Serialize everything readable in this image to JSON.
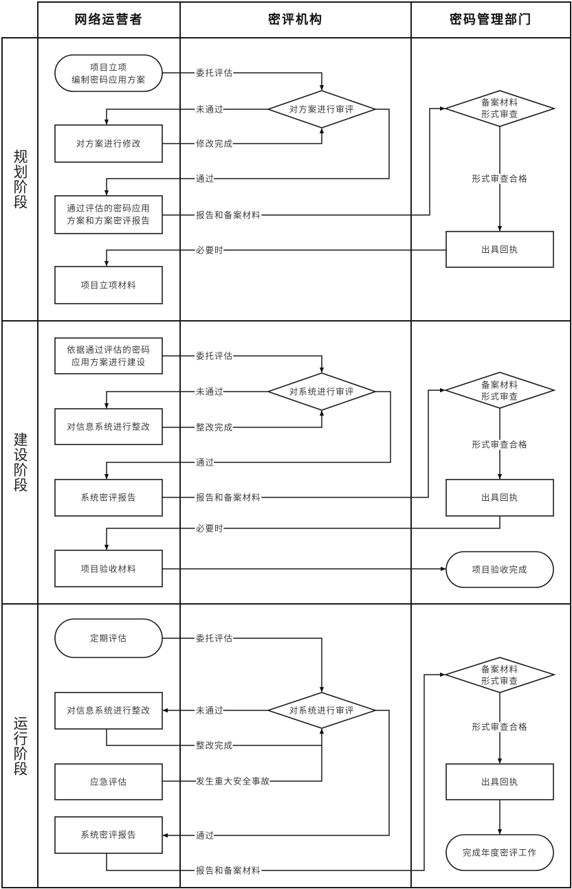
{
  "lanes": {
    "operator": "网络运营者",
    "assessor": "密评机构",
    "authority": "密码管理部门"
  },
  "stages": {
    "planning": {
      "label": "规划阶段",
      "nodes": {
        "project_initiation": [
          "项目立项",
          "编制密码应用方案"
        ],
        "revise_plan": "对方案进行修改",
        "approved_plan_report": [
          "通过评估的密码应用",
          "方案和方案密评报告"
        ],
        "initiation_materials": "项目立项材料",
        "review_decision": "对方案进行审评",
        "filing_check": [
          "备案材料",
          "形式审查"
        ],
        "issue_receipt": "出具回执"
      },
      "edges": {
        "entrust": "委托评估",
        "failed": "未通过",
        "revised": "修改完成",
        "passed": "通过",
        "submit_report": "报告和备案材料",
        "if_needed": "必要时",
        "check_passed": "形式审查合格"
      }
    },
    "construction": {
      "label": "建设阶段",
      "nodes": {
        "build_per_plan": [
          "依据通过评估的密码",
          "应用方案进行建设"
        ],
        "rectify_system": "对信息系统进行整改",
        "system_report": "系统密评报告",
        "acceptance_materials": "项目验收材料",
        "review_decision": "对系统进行审评",
        "filing_check": [
          "备案材料",
          "形式审查"
        ],
        "issue_receipt": "出具回执",
        "acceptance_complete": "项目验收完成"
      },
      "edges": {
        "entrust": "委托评估",
        "failed": "未通过",
        "rectified": "整改完成",
        "passed": "通过",
        "submit_report": "报告和备案材料",
        "if_needed": "必要时",
        "check_passed": "形式审查合格"
      }
    },
    "operation": {
      "label": "运行阶段",
      "nodes": {
        "periodic_assessment": "定期评估",
        "rectify_system": "对信息系统进行整改",
        "emergency_assessment": "应急评估",
        "system_report": "系统密评报告",
        "review_decision": "对系统进行审评",
        "filing_check": [
          "备案材料",
          "形式审查"
        ],
        "issue_receipt": "出具回执",
        "annual_complete": "完成年度密评工作"
      },
      "edges": {
        "entrust": "委托评估",
        "failed": "未通过",
        "rectified": "整改完成",
        "major_incident": "发生重大安全事故",
        "passed": "通过",
        "submit_report": "报告和备案材料",
        "check_passed": "形式审查合格"
      }
    }
  }
}
